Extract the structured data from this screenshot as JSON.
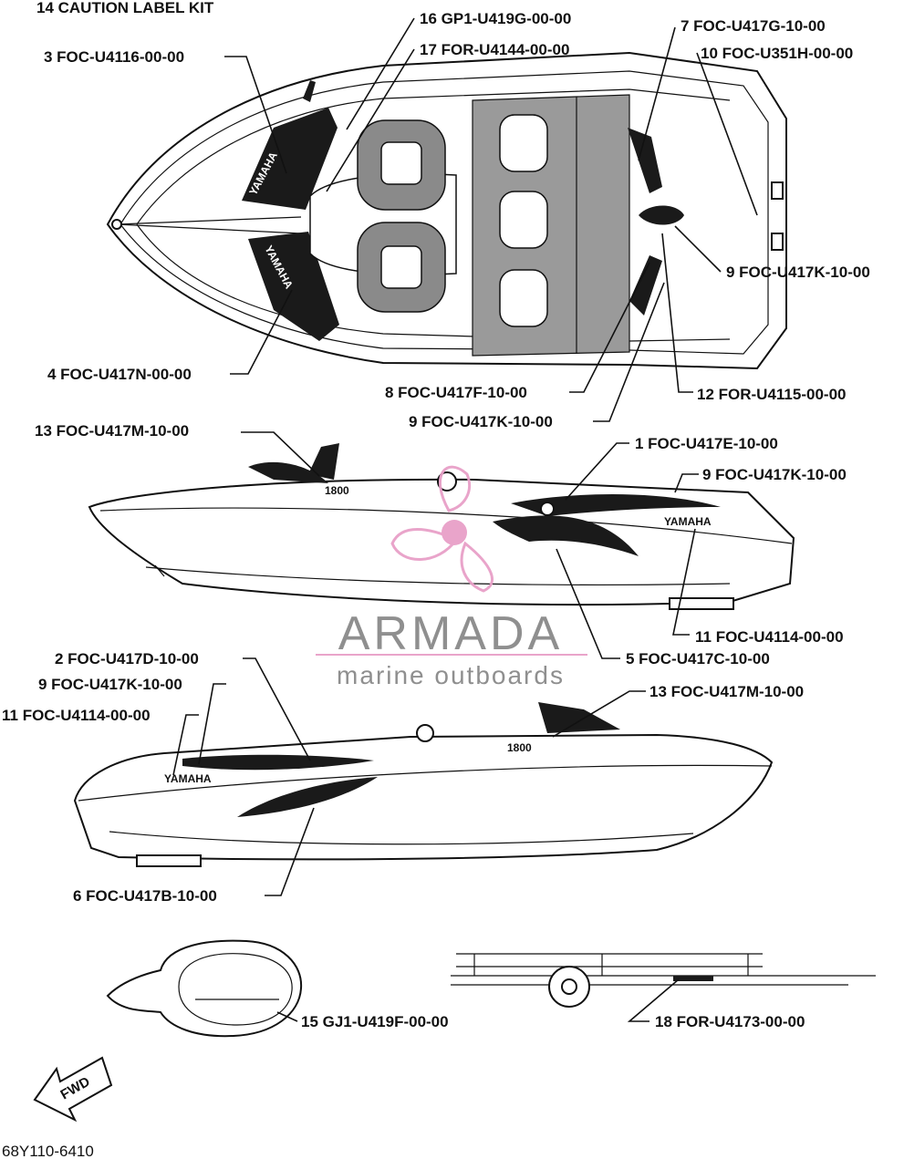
{
  "title": "14  CAUTION LABEL KIT",
  "footer_code": "68Y110-6410",
  "fwd_label": "FWD",
  "watermark": {
    "brand": "ARMADA",
    "tagline": "marine outboards",
    "color": "#e8a0c8"
  },
  "hull_marks": {
    "yamaha": "YAMAHA",
    "model": "1800"
  },
  "callouts": [
    {
      "id": "c16",
      "text": "16  GP1-U419G-00-00"
    },
    {
      "id": "c17",
      "text": "17  FOR-U4144-00-00"
    },
    {
      "id": "c7",
      "text": "7  FOC-U417G-10-00"
    },
    {
      "id": "c10",
      "text": "10  FOC-U351H-00-00"
    },
    {
      "id": "c3",
      "text": "3  FOC-U4116-00-00"
    },
    {
      "id": "c9a",
      "text": "9  FOC-U417K-10-00"
    },
    {
      "id": "c4",
      "text": "4  FOC-U417N-00-00"
    },
    {
      "id": "c8",
      "text": "8  FOC-U417F-10-00"
    },
    {
      "id": "c12",
      "text": "12  FOR-U4115-00-00"
    },
    {
      "id": "c9b",
      "text": "9  FOC-U417K-10-00"
    },
    {
      "id": "c13a",
      "text": "13  FOC-U417M-10-00"
    },
    {
      "id": "c1",
      "text": "1  FOC-U417E-10-00"
    },
    {
      "id": "c9c",
      "text": "9  FOC-U417K-10-00"
    },
    {
      "id": "c11a",
      "text": "11  FOC-U4114-00-00"
    },
    {
      "id": "c5",
      "text": "5  FOC-U417C-10-00"
    },
    {
      "id": "c2",
      "text": "2  FOC-U417D-10-00"
    },
    {
      "id": "c9d",
      "text": "9  FOC-U417K-10-00"
    },
    {
      "id": "c11b",
      "text": "11  FOC-U4114-00-00"
    },
    {
      "id": "c13b",
      "text": "13  FOC-U417M-10-00"
    },
    {
      "id": "c6",
      "text": "6  FOC-U417B-10-00"
    },
    {
      "id": "c15",
      "text": "15  GJ1-U419F-00-00"
    },
    {
      "id": "c18",
      "text": "18  FOR-U4173-00-00"
    }
  ]
}
